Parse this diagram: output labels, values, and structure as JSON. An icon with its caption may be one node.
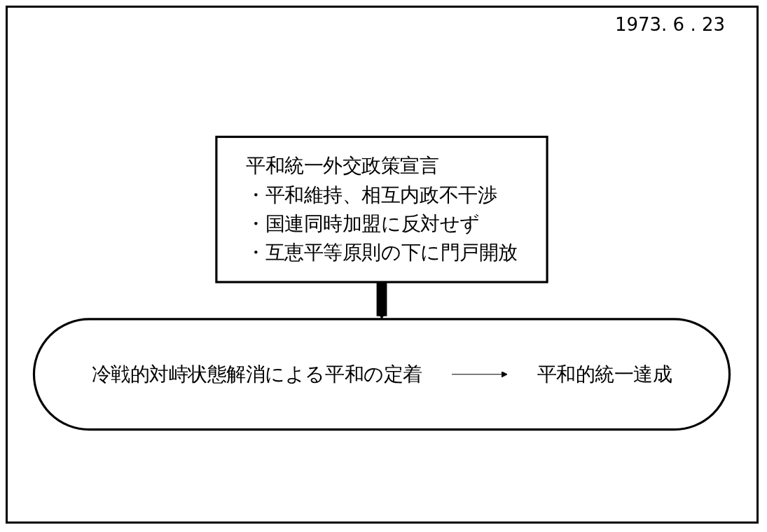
{
  "diagram": {
    "nodes": [
      {
        "text": [
          "平和統一外交政策宣言",
          "・平和維持、相互内政不干渉",
          "・国連同時加盟に反対せず",
          "・互恵平等原則の下に門戸開放"
        ]
      },
      {
        "text": [],
        "shape": "oval"
      },
      {
        "text": [
          "冷戦的対峙状態解消による平和の定着"
        ],
        "in": 1
      },
      {
        "text": [
          "平和的統一達成"
        ],
        "in": 1
      }
    ],
    "edges": [
      {
        "from": 0,
        "to": 1,
        "arrow": "to",
        "style": "thick"
      },
      {
        "from": 2,
        "to": 3,
        "arrow": "to"
      }
    ],
    "labels": [
      "1973. 6 . 23"
    ]
  }
}
